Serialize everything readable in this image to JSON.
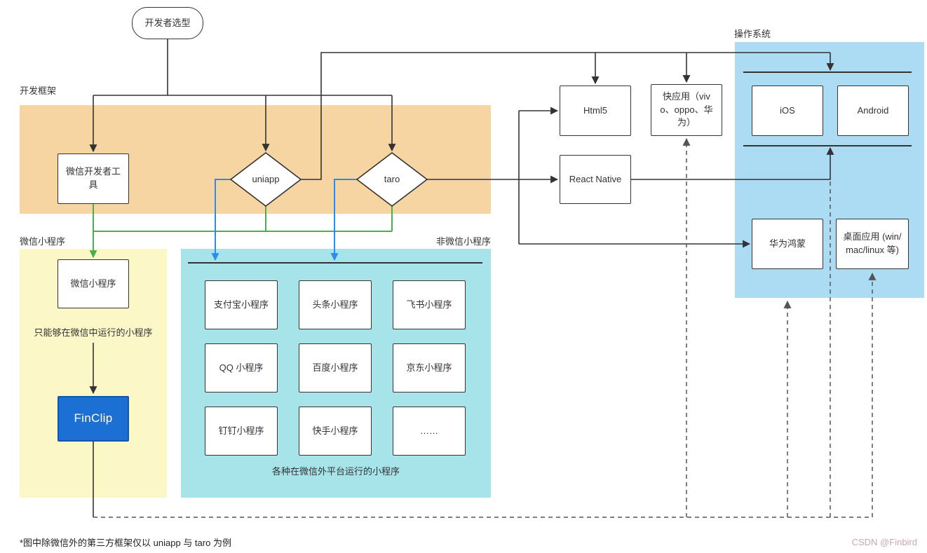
{
  "regions": {
    "dev_framework": {
      "label": "开发框架",
      "color": "#f6d5a3"
    },
    "wechat_mini": {
      "label": "微信小程序",
      "color": "#fbf7c6",
      "note": "只能够在微信中运行的小程序"
    },
    "non_wechat": {
      "label": "非微信小程序",
      "color": "#a6e4e9",
      "caption": "各种在微信外平台运行的小程序"
    },
    "os": {
      "label": "操作系统",
      "color": "#abdcf4"
    }
  },
  "nodes": {
    "developer_selection": {
      "label": "开发者选型"
    },
    "wechat_devtools": {
      "label": "微信开发者工具"
    },
    "uniapp": {
      "label": "uniapp"
    },
    "taro": {
      "label": "taro"
    },
    "html5": {
      "label": "Html5"
    },
    "react_native": {
      "label": "React Native"
    },
    "quick_app": {
      "label": "快应用（vivo、oppo、华为）"
    },
    "ios": {
      "label": "iOS"
    },
    "android": {
      "label": "Android"
    },
    "harmony": {
      "label": "华为鸿蒙"
    },
    "desktop": {
      "label": "桌面应用 (win/mac/linux 等)"
    },
    "wechat_miniprogram": {
      "label": "微信小程序"
    },
    "finclip": {
      "label": "FinClip",
      "color": "#1c6fd3"
    },
    "mini_apps": [
      "支付宝小程序",
      "头条小程序",
      "飞书小程序",
      "QQ 小程序",
      "百度小程序",
      "京东小程序",
      "钉钉小程序",
      "快手小程序",
      "……"
    ]
  },
  "footnote": "*图中除微信外的第三方框架仅以 uniapp 与 taro 为例",
  "watermark": "CSDN @Finbird",
  "colors": {
    "line": "#333333",
    "green": "#47b04b",
    "blue": "#2b8ced",
    "dashed": "#555555"
  }
}
